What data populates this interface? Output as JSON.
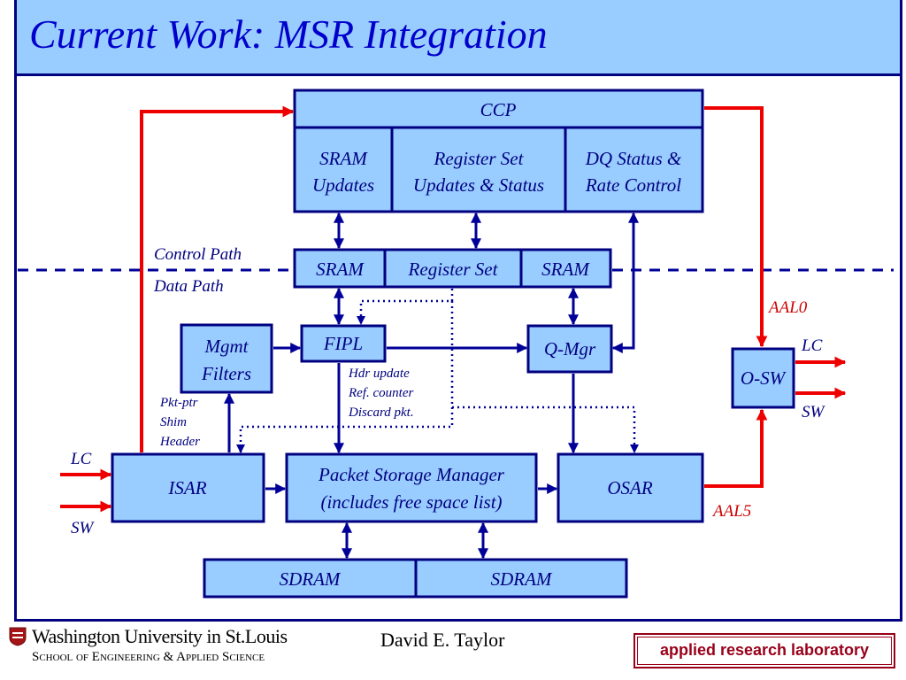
{
  "slide": {
    "title": "Current Work: MSR Integration"
  },
  "diagram": {
    "ccp": "CCP",
    "sram_updates": [
      "SRAM",
      "Updates"
    ],
    "register_set_updates": [
      "Register Set",
      "Updates & Status"
    ],
    "dq_status": [
      "DQ Status &",
      "Rate Control"
    ],
    "sram_left": "SRAM",
    "register_set": "Register Set",
    "sram_right": "SRAM",
    "control_path": "Control Path",
    "data_path": "Data Path",
    "mgmt_filters": [
      "Mgmt",
      "Filters"
    ],
    "fipl": "FIPL",
    "q_mgr": "Q-Mgr",
    "fipl_notes": [
      "Hdr update",
      "Ref. counter",
      "Discard pkt."
    ],
    "pkt_ptr_notes": [
      "Pkt-ptr",
      "Shim",
      "Header"
    ],
    "isar": "ISAR",
    "psm": [
      "Packet Storage Manager",
      "(includes free space list)"
    ],
    "osar": "OSAR",
    "o_sw": "O-SW",
    "sdram_left": "SDRAM",
    "sdram_right": "SDRAM",
    "aal0": "AAL0",
    "aal5": "AAL5",
    "lc_in": "LC",
    "sw_in": "SW",
    "lc_out": "LC",
    "sw_out": "SW"
  },
  "footer": {
    "university": "Washington University in St.Louis",
    "school": "School of Engineering & Applied Science",
    "author": "David E. Taylor",
    "lab": "applied research laboratory"
  },
  "colors": {
    "box_fill": "#99ccff",
    "box_stroke": "#000080",
    "arrow_blue": "#000099",
    "arrow_red": "#ee0000"
  }
}
